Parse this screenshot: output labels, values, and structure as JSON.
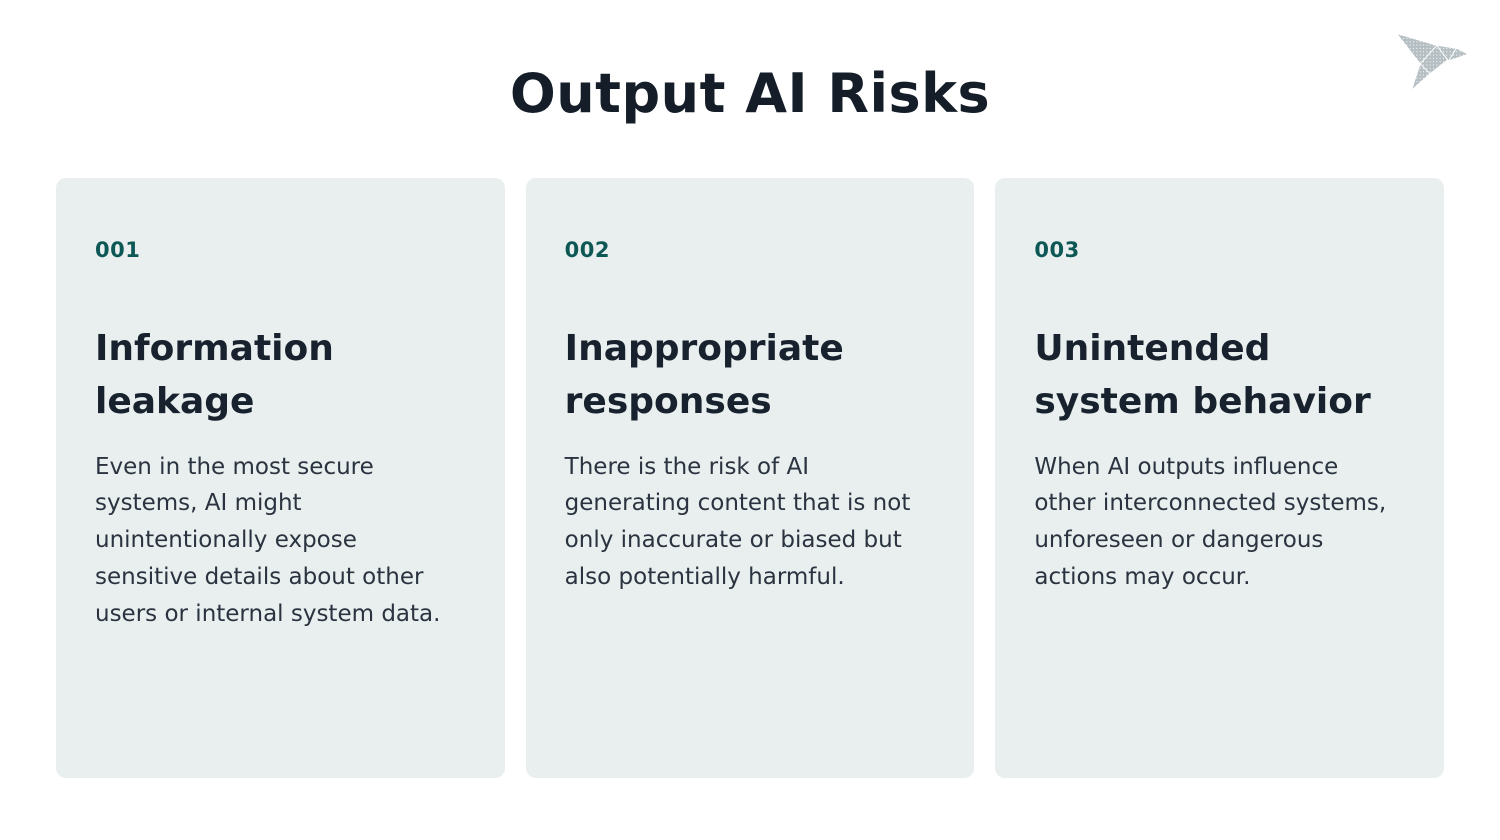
{
  "page": {
    "title": "Output AI Risks"
  },
  "logo": {
    "name": "origami-bird-logo",
    "color": "#b5bfc3"
  },
  "colors": {
    "page_background": "#ffffff",
    "card_background": "#e9efee",
    "number_accent": "#0d5755",
    "heading_text": "#18222e",
    "body_text": "#2a333f"
  },
  "cards": [
    {
      "number": "001",
      "title": "Information leakage",
      "description": "Even in the most secure systems, AI might unintentionally expose sensitive details about other users or internal system data."
    },
    {
      "number": "002",
      "title": "Inappropriate responses",
      "description": "There is the risk of AI generating content that is not only inaccurate or biased but also potentially harmful."
    },
    {
      "number": "003",
      "title": "Unintended system behavior",
      "description": "When AI outputs influence other interconnected systems, unforeseen or dangerous actions may occur."
    }
  ]
}
